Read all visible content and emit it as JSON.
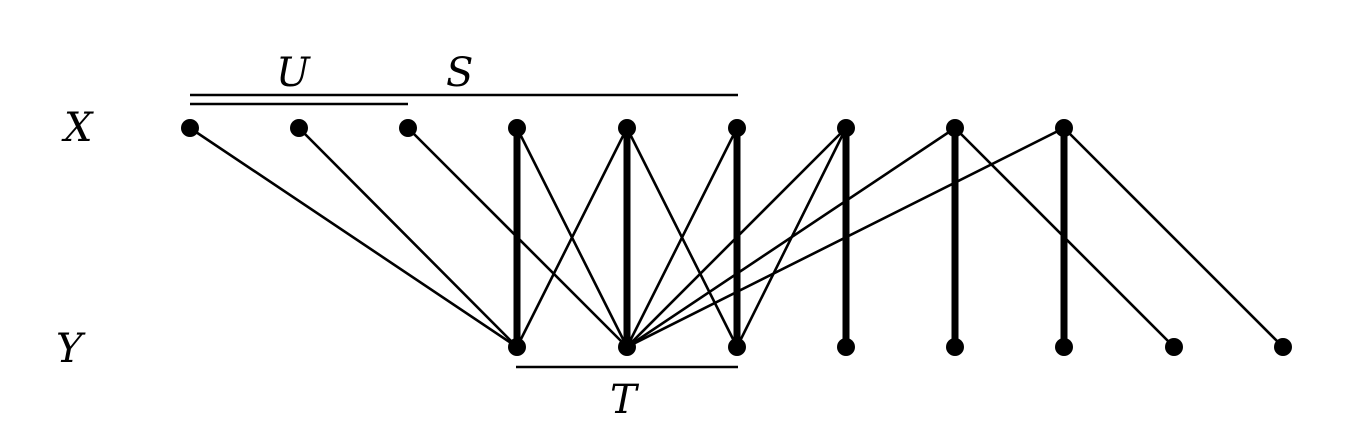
{
  "diagram": {
    "row_labels": {
      "top": "X",
      "bottom": "Y"
    },
    "set_labels": {
      "U": "U",
      "S": "S",
      "T": "T"
    },
    "top_vertices": [
      "x1",
      "x2",
      "x3",
      "x4",
      "x5",
      "x6",
      "x7",
      "x8",
      "x9"
    ],
    "bottom_vertices": [
      "y1",
      "y2",
      "y3",
      "y4",
      "y5",
      "y6",
      "y7",
      "y8"
    ],
    "sets": {
      "U": [
        "x1",
        "x2",
        "x3"
      ],
      "S": [
        "x1",
        "x2",
        "x3",
        "x4",
        "x5",
        "x6"
      ],
      "T": [
        "y1",
        "y2",
        "y3"
      ]
    },
    "matching_edges": [
      [
        "x4",
        "y1"
      ],
      [
        "x5",
        "y2"
      ],
      [
        "x6",
        "y3"
      ],
      [
        "x7",
        "y4"
      ],
      [
        "x8",
        "y5"
      ],
      [
        "x9",
        "y6"
      ]
    ],
    "edges": [
      [
        "x1",
        "y1"
      ],
      [
        "x2",
        "y1"
      ],
      [
        "x3",
        "y2"
      ],
      [
        "x5",
        "y1"
      ],
      [
        "x6",
        "y2"
      ],
      [
        "x4",
        "y2"
      ],
      [
        "x5",
        "y3"
      ],
      [
        "x7",
        "y2"
      ],
      [
        "x7",
        "y3"
      ],
      [
        "x8",
        "y2"
      ],
      [
        "x9",
        "y2"
      ],
      [
        "x8",
        "y7"
      ],
      [
        "x9",
        "y8"
      ]
    ]
  }
}
